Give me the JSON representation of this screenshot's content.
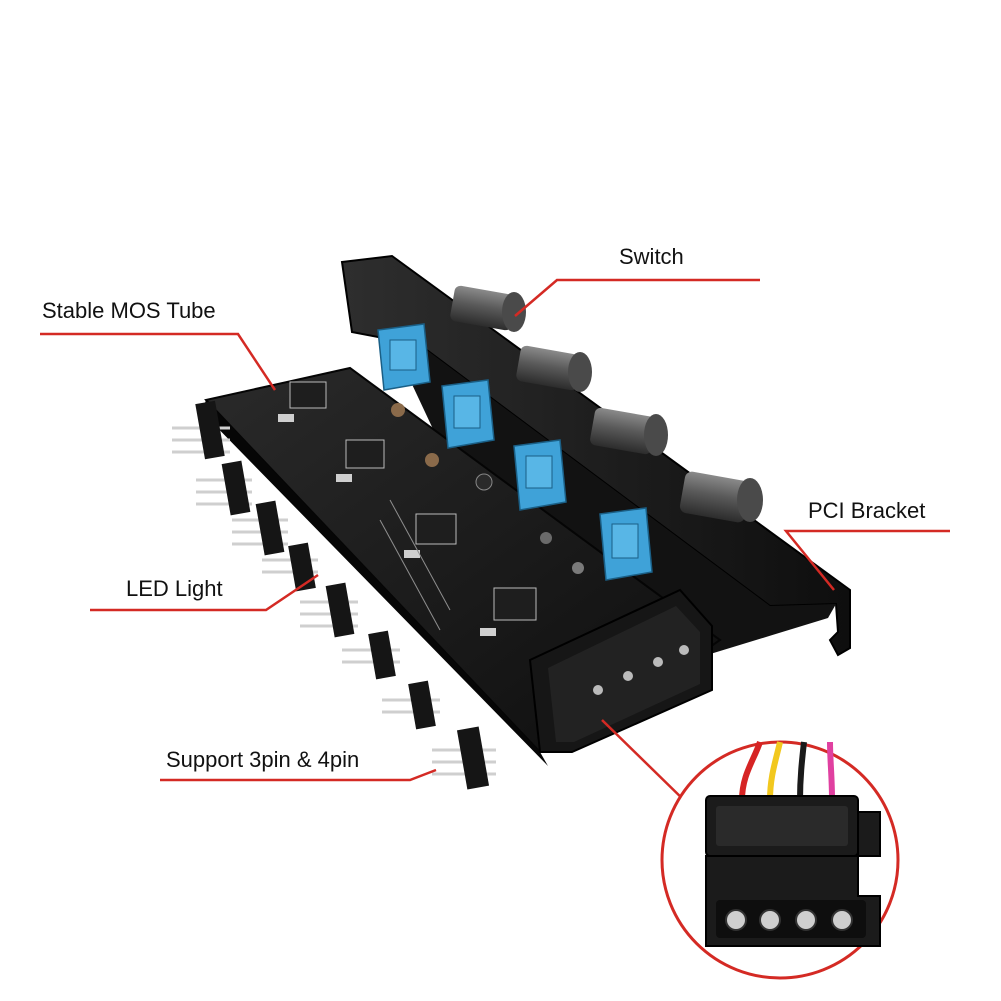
{
  "labels": {
    "switch": "Switch",
    "mos_tube": "Stable MOS Tube",
    "pci_bracket": "PCI Bracket",
    "led_light": "LED Light",
    "support": "Support 3pin & 4pin"
  },
  "colors": {
    "callout_line": "#d42a24",
    "pcb": "#141414",
    "potentiometer": "#3fa2d8",
    "knob": "#5a5a5a",
    "bracket": "#1c1c1c",
    "wire_red": "#d62424",
    "wire_yellow": "#f2c81e",
    "wire_black": "#1a1a1a",
    "wire_pink": "#e040a0"
  }
}
